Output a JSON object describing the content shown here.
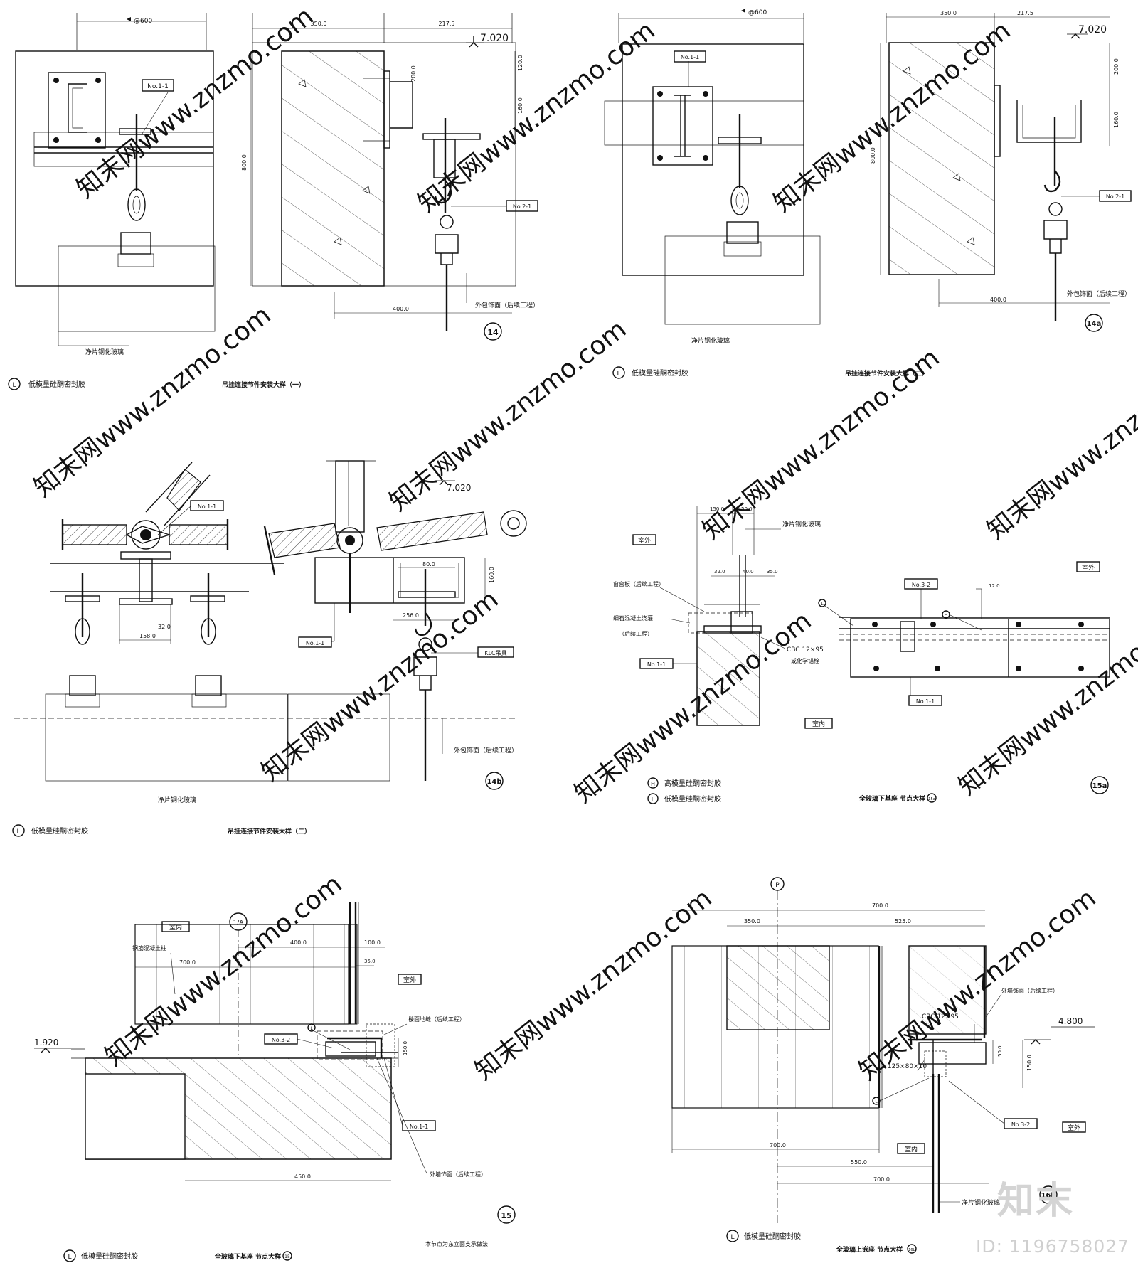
{
  "watermark": {
    "site_text": "知末网www.znzmo.com",
    "brand": "知末",
    "id_label": "ID: 1196758027"
  },
  "panels": {
    "p14": {
      "title": "吊挂连接节件安装大样（一）",
      "legend_symbol": "L",
      "legend_text": "低模量硅酮密封胶",
      "callout": "14",
      "elevation": "7.020",
      "spacing_note": "@600",
      "tags": [
        "No.1-1",
        "No.2-1"
      ],
      "labels": {
        "glass": "净片钢化玻璃",
        "cladding": "外包饰面（后续工程）"
      },
      "dims": [
        "350.0",
        "217.5",
        "120.0",
        "200.0",
        "160.0",
        "800.0",
        "400.0"
      ]
    },
    "p14a": {
      "title": "吊挂连接节件安装大样（二）",
      "legend_symbol": "L",
      "legend_text": "低模量硅酮密封胶",
      "callout": "14a",
      "elevation": "7.020",
      "spacing_note": "@600",
      "tags": [
        "No.1-1",
        "No.2-1"
      ],
      "labels": {
        "glass": "净片钢化玻璃",
        "cladding": "外包饰面（后续工程）"
      },
      "dims": [
        "350.0",
        "217.5",
        "200.0",
        "160.0",
        "800.0",
        "400.0"
      ]
    },
    "p14b": {
      "title": "吊挂连接节件安装大样（二）",
      "legend_symbol": "L",
      "legend_text": "低模量硅酮密封胶",
      "callout": "14b",
      "elevation": "7.020",
      "tags": [
        "No.1-1",
        "No.1-1"
      ],
      "labels": {
        "glass": "净片钢化玻璃",
        "cladding": "外包饰面（后续工程）",
        "clamp": "KLC吊具"
      },
      "dims": [
        "32.0",
        "158.0",
        "80.0",
        "160.0",
        "256.0"
      ]
    },
    "p15a": {
      "title": "全玻璃下基座 节点大样",
      "title_ref": "15a",
      "legend": [
        {
          "symbol": "H",
          "text": "高模量硅酮密封胶"
        },
        {
          "symbol": "L",
          "text": "低模量硅酮密封胶"
        }
      ],
      "callout": "15a",
      "tags": [
        "No.1-1",
        "No.3-2",
        "No.1-1"
      ],
      "labels": {
        "outside": "室外",
        "outside2": "室外",
        "inside": "室内",
        "glass": "净片钢化玻璃",
        "sill": "窗台板（后续工程）",
        "concrete": "细石混凝土浇灌",
        "concrete_note": "（后续工程）",
        "anchor": "CBC 12×95",
        "anchor_note": "或化学锚栓"
      },
      "dims": [
        "150.0",
        "50.0",
        "32.0",
        "40.0",
        "35.0",
        "12.0"
      ]
    },
    "p15": {
      "title": "全玻璃下基座 节点大样",
      "title_ref": "15",
      "legend_symbol": "L",
      "legend_text": "低模量硅酮密封胶",
      "callout": "15",
      "note": "本节点为东立面支承做法",
      "elevation": "1.920",
      "axis": "1/A",
      "tags": [
        "No.3-2",
        "No.1-1"
      ],
      "labels": {
        "inside": "室内",
        "outside": "室外",
        "column": "钢筋混凝土柱",
        "floor": "楼面地缝（后续工程）",
        "wall": "外墙饰面（后续工程）"
      },
      "dims": [
        "400.0",
        "100.0",
        "700.0",
        "35.0",
        "150.0",
        "450.0"
      ]
    },
    "p16b": {
      "title": "全玻璃上嵌座 节点大样",
      "title_ref": "16b",
      "legend_symbol": "L",
      "legend_text": "低模量硅酮密封胶",
      "callout": "16b",
      "elevation": "4.800",
      "axis": "P",
      "tags": [
        "No.3-2"
      ],
      "labels": {
        "inside": "室内",
        "outside": "室外",
        "glass": "净片钢化玻璃",
        "wall": "外墙饰面（后续工程）",
        "anchor": "CBC 12×95",
        "angle": "L 125×80×10"
      },
      "dims": [
        "700.0",
        "350.0",
        "525.0",
        "50.0",
        "150.0",
        "700.0",
        "550.0",
        "700.0"
      ]
    }
  }
}
